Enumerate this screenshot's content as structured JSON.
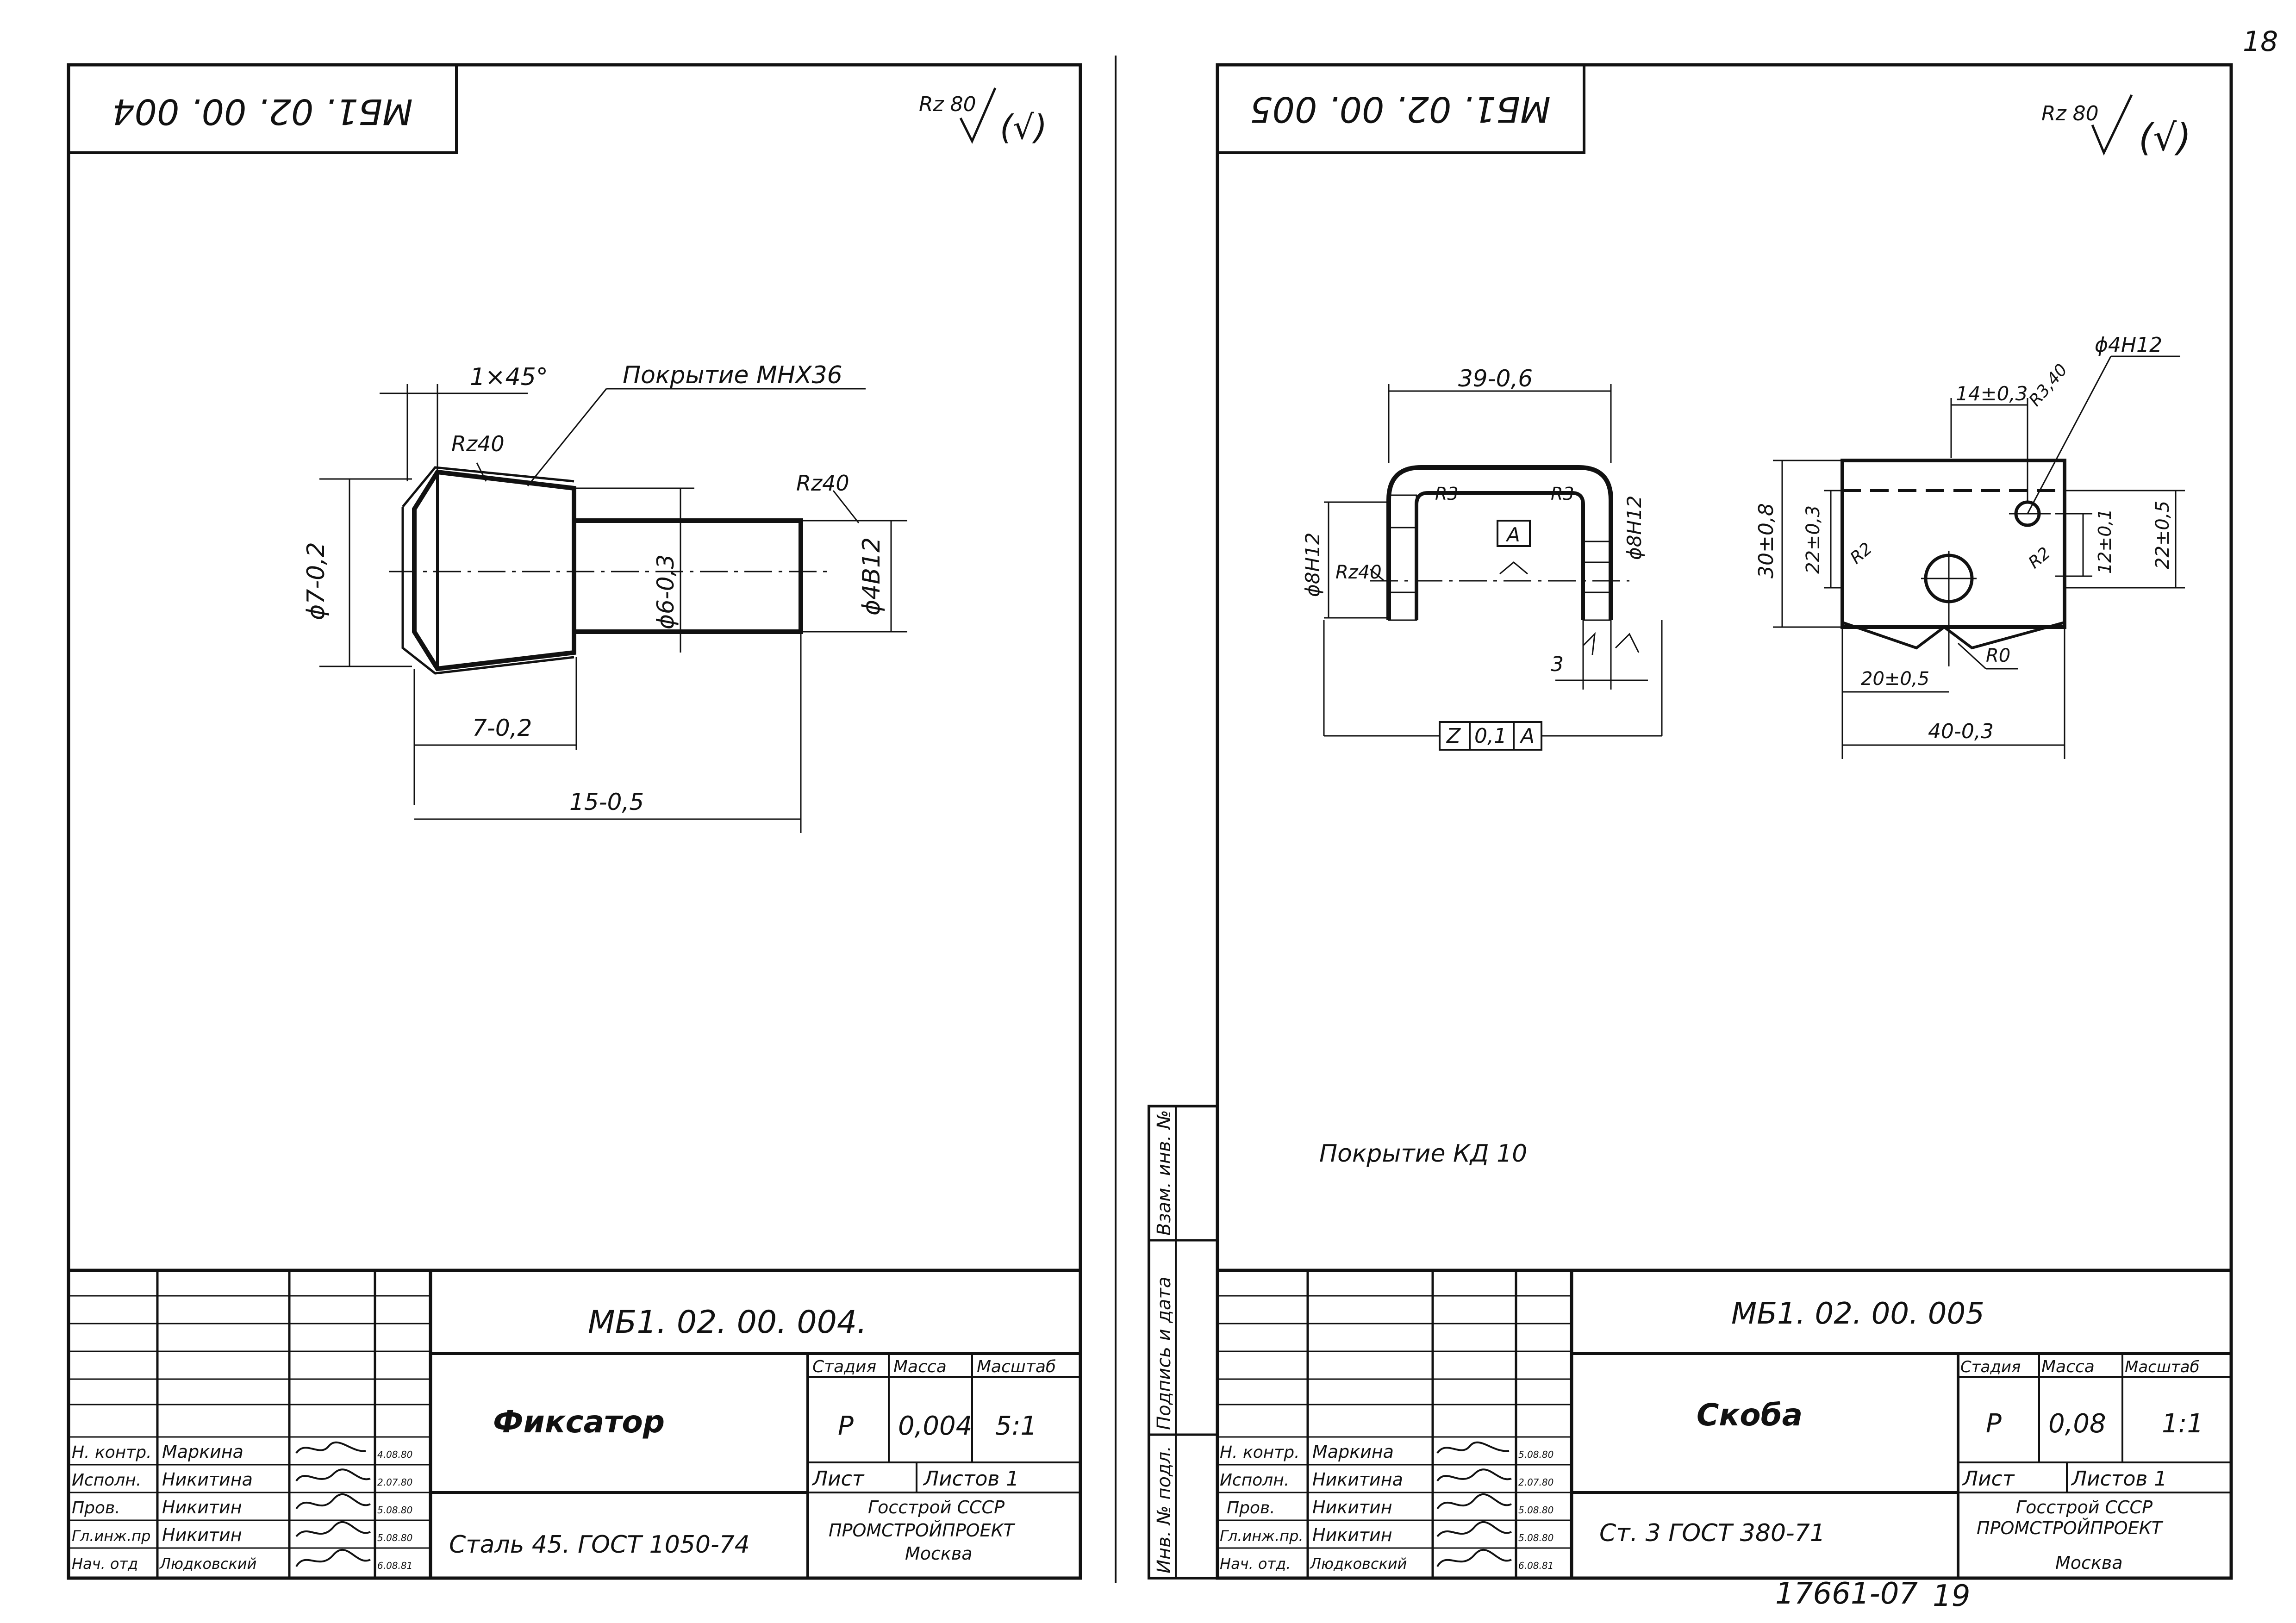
{
  "page": {
    "number": "18",
    "archive_number": "17661-07",
    "archive_page": "19"
  },
  "left_sheet": {
    "code_stamp_mirrored": "МБ1. 02. 00. 004",
    "roughness_general": "Rz 80",
    "roughness_general_suffix": "(√)",
    "drawing": {
      "chamfer": "1×45°",
      "coating": "Покрытие МНХ36",
      "rough_a": "Rz40",
      "rough_b": "Rz40",
      "dia_big": "ϕ7-0,2",
      "dia_mid": "ϕ6-0,3",
      "dia_small": "ϕ4В12",
      "len_short": "7-0,2",
      "len_total": "15-0,5"
    },
    "title_block": {
      "code": "МБ1. 02. 00. 004.",
      "name": "Фиксатор",
      "material": "Сталь 45.  ГОСТ 1050-74",
      "stage_label": "Стадия",
      "mass_label": "Масса",
      "scale_label": "Масштаб",
      "stage": "Р",
      "mass": "0,004",
      "scale": "5:1",
      "sheet_label": "Лист",
      "sheets_label": "Листов  1",
      "org_line1": "Госстрой СССР",
      "org_line2": "ПРОМСТРОЙПРОЕКТ",
      "org_line3": "Москва",
      "staff": [
        {
          "role": "Н. контр.",
          "name": "Маркина",
          "date": "4.08.80"
        },
        {
          "role": "Исполн.",
          "name": "Никитина",
          "date": "2.07.80"
        },
        {
          "role": "Пров.",
          "name": "Никитин",
          "date": "5.08.80"
        },
        {
          "role": "Гл.инж.пр",
          "name": "Никитин",
          "date": "5.08.80"
        },
        {
          "role": "Нач. отд",
          "name": "Людковский",
          "date": "6.08.81"
        }
      ]
    }
  },
  "right_sheet": {
    "code_stamp_mirrored": "МБ1. 02. 00. 005",
    "roughness_general": "Rz 80",
    "roughness_general_suffix": "(√)",
    "drawing": {
      "width_top": "39-0,6",
      "rad_a": "R3",
      "rad_b": "R3",
      "base_a": "A",
      "hole_left": "ϕ8Н12",
      "hole_right": "ϕ8Н12",
      "rough": "Rz40",
      "thickness": "3",
      "tolerance_z": "Z",
      "tolerance_val": "0,1",
      "tolerance_base": "A",
      "dim_14": "14±0,3",
      "rad_side": "R3,40",
      "hole_small": "ϕ4Н12",
      "dim_30": "30±0,8",
      "dim_22a": "22±0,3",
      "dim_22b": "22±0,5",
      "dim_12": "12±0,1",
      "rad_r2a": "R2",
      "rad_r2b": "R2",
      "rad_r0": "R0",
      "dim_20": "20±0,5",
      "dim_40": "40-0,3"
    },
    "coating_note": "Покрытие   КД 10",
    "side_stamp": {
      "col1": "Инв. № подл.",
      "col2": "Подпись и дата",
      "col3": "Взам. инв. №"
    },
    "title_block": {
      "code": "МБ1. 02. 00. 005",
      "name": "Скоба",
      "material": "Ст. 3   ГОСТ  380-71",
      "stage_label": "Стадия",
      "mass_label": "Масса",
      "scale_label": "Масштаб",
      "stage": "Р",
      "mass": "0,08",
      "scale": "1:1",
      "sheet_label": "Лист",
      "sheets_label": "Листов  1",
      "org_line1": "Госстрой СССР",
      "org_line2": "ПРОМСТРОЙПРОЕКТ",
      "org_line3": "Москва",
      "staff": [
        {
          "role": "Н. контр.",
          "name": "Маркина",
          "date": "5.08.80"
        },
        {
          "role": "Исполн.",
          "name": "Никитина",
          "date": "2.07.80"
        },
        {
          "role": "Пров.",
          "name": "Никитин",
          "date": "5.08.80"
        },
        {
          "role": "Гл.инж.пр.",
          "name": "Никитин",
          "date": "5.08.80"
        },
        {
          "role": "Нач. отд.",
          "name": "Людковский",
          "date": "6.08.81"
        }
      ]
    }
  }
}
